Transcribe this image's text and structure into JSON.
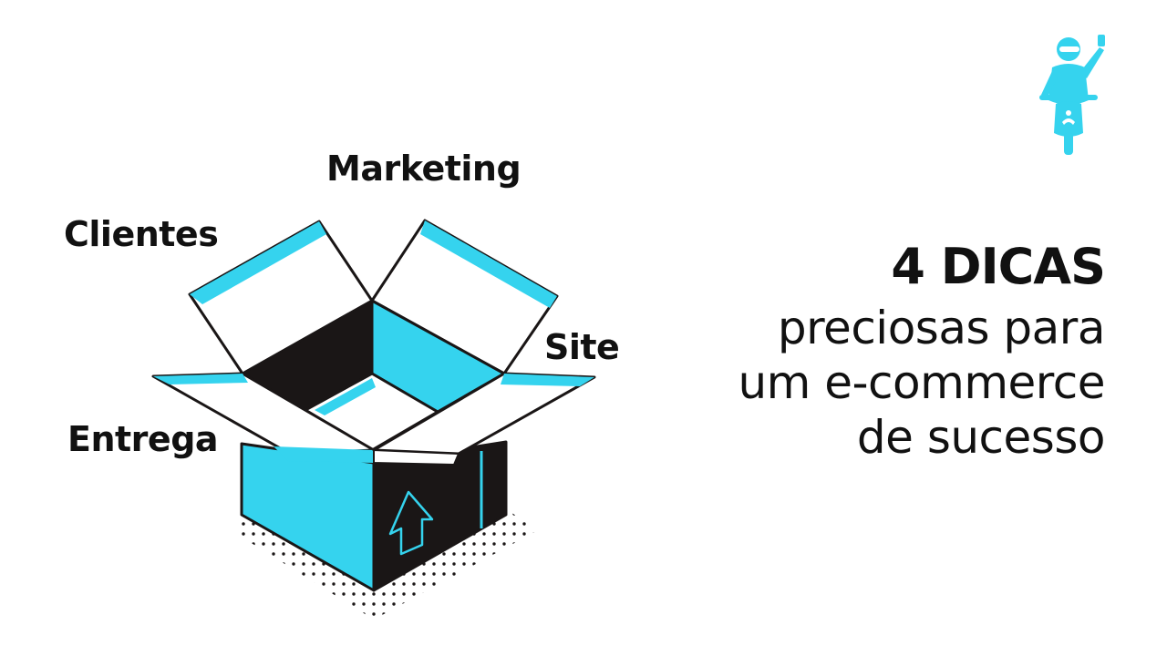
{
  "labels": {
    "marketing": "Marketing",
    "clientes": "Clientes",
    "site": "Site",
    "entrega": "Entrega"
  },
  "headline": {
    "title": "4 DICAS",
    "lines": [
      "preciosas para",
      "um e-commerce",
      "de sucesso"
    ]
  },
  "icons": {
    "box": "open-box-icon",
    "arrow": "up-arrow-icon",
    "logo": "motorcycle-courier-icon"
  },
  "colors": {
    "accent": "#35d3ee",
    "dark": "#1a1616",
    "background": "#ffffff"
  }
}
